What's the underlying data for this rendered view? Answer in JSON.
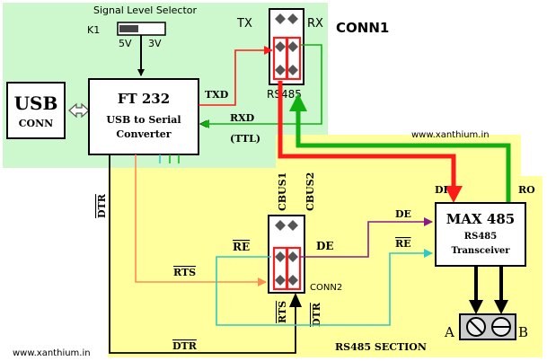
{
  "selector": {
    "title": "Signal Level Selector",
    "ref": "K1",
    "opt_5v": "5V",
    "opt_3v": "3V"
  },
  "usb": {
    "line1": "USB",
    "line2": "CONN"
  },
  "ft232": {
    "title": "FT 232",
    "line1": "USB to Serial",
    "line2": "Converter"
  },
  "signals": {
    "txd": "TXD",
    "rxd": "RXD",
    "ttl": "(TTL)",
    "dtr": "DTR",
    "rts": "RTS",
    "re": "RE",
    "de": "DE",
    "di": "DI",
    "ro": "RO"
  },
  "conn1": {
    "title": "CONN1",
    "tx": "TX",
    "rx": "RX",
    "label": "RS485"
  },
  "conn2": {
    "label": "CONN2",
    "cbus1": "CBUS1",
    "cbus2": "CBUS2"
  },
  "max485": {
    "title": "MAX 485",
    "line1": "RS485",
    "line2": "Transceiver"
  },
  "terminal": {
    "a": "A",
    "b": "B"
  },
  "section": {
    "label": "RS485 SECTION"
  },
  "watermarks": {
    "top": "www.xanthium.in",
    "bottom": "www.xanthium.in"
  },
  "colors": {
    "green_bg": "#cdf7cd",
    "yellow_bg": "#ffff9e",
    "red": "#ff1a1a",
    "green": "#11b011",
    "orange": "#ff8c55",
    "cyan": "#2cc9c6",
    "purple": "#8a1a8a",
    "black": "#000000"
  }
}
